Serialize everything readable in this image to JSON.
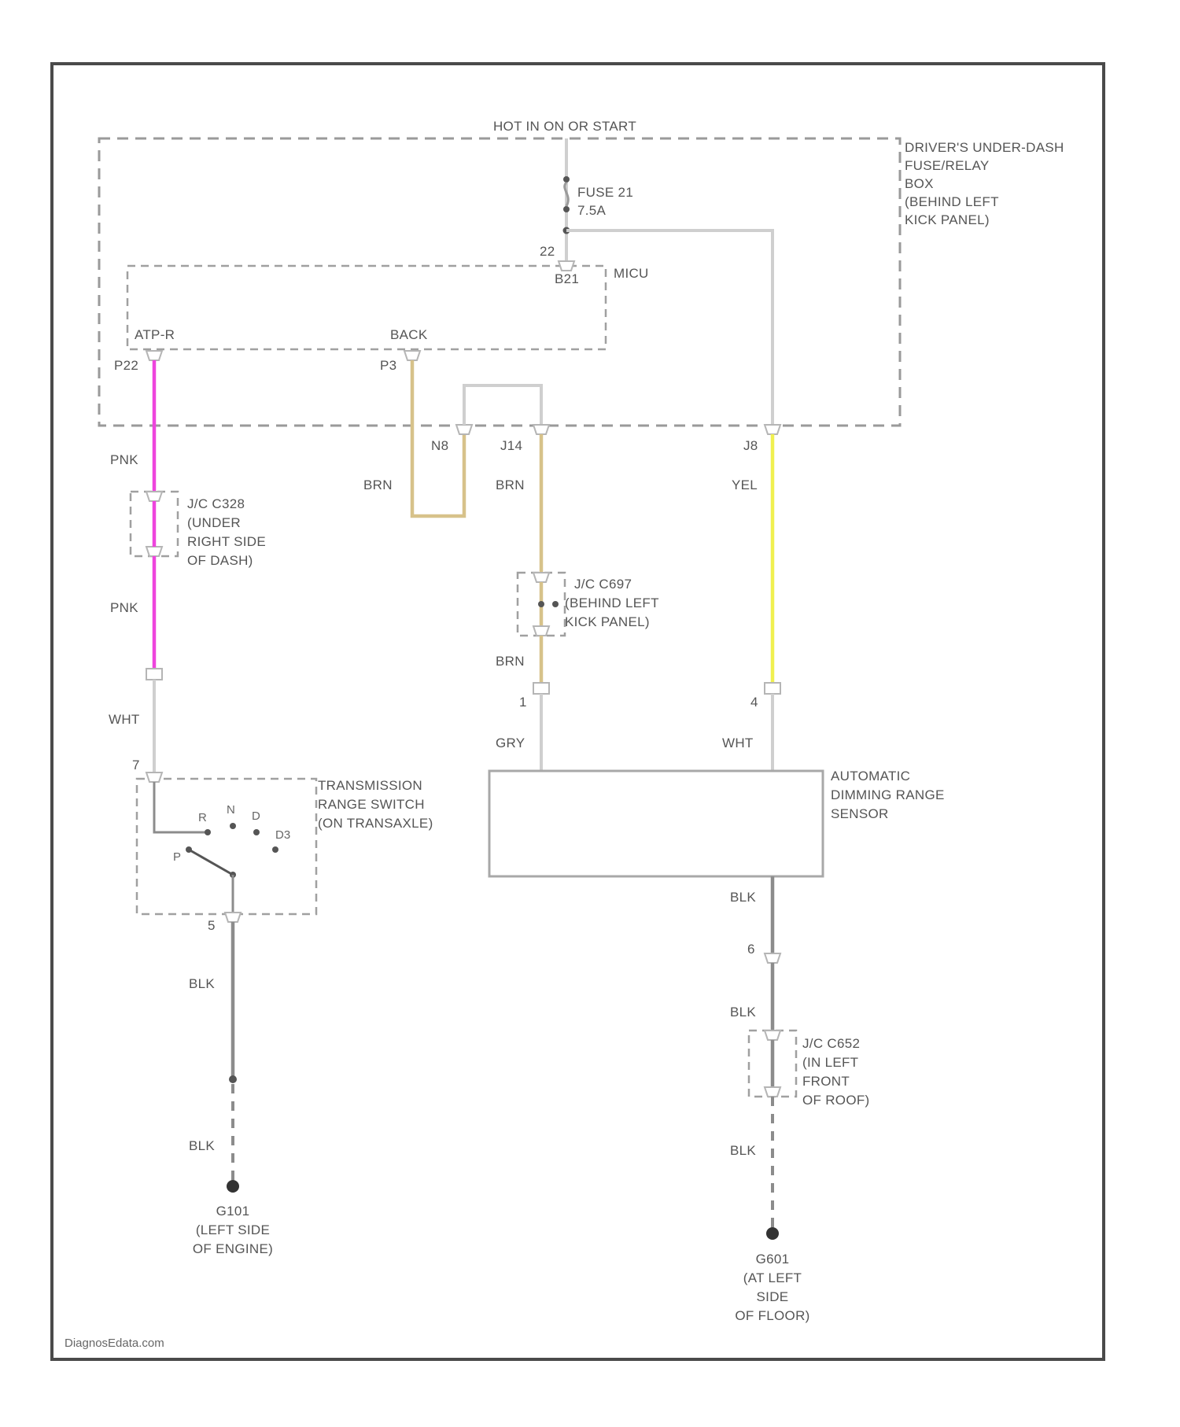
{
  "power": {
    "hot_label": "HOT IN ON OR START"
  },
  "fuse_box": {
    "label_lines": [
      "DRIVER'S UNDER-DASH",
      "FUSE/RELAY",
      "BOX",
      "(BEHIND LEFT",
      "KICK PANEL)"
    ],
    "fuse_label": "FUSE 21",
    "fuse_rating": "7.5A",
    "terminal_top": "22",
    "terminal_b": "B21",
    "left_terminal_label": "P22",
    "mid_terminal_label": "P3",
    "n8_label": "N8",
    "j14_label": "J14",
    "j8_label": "J8"
  },
  "micu": {
    "label": "MICU",
    "drive_label": "ATP-R",
    "back_label": "BACK"
  },
  "wires": {
    "pnk_top": "PNK",
    "pnk_bottom": "PNK",
    "wht_left": "WHT",
    "brn_loop": "BRN",
    "brn_mid": "BRN",
    "brn_bottom": "BRN",
    "yel": "YEL",
    "gry": "GRY",
    "wht_right": "WHT",
    "blk_left_top": "BLK",
    "blk_left_bottom": "BLK",
    "blk_right_top": "BLK",
    "blk_right_mid": "BLK",
    "blk_right_bottom": "BLK"
  },
  "jc_c328": {
    "label_lines": [
      "J/C C328",
      "(UNDER",
      "RIGHT SIDE",
      "OF DASH)"
    ]
  },
  "jc_c697": {
    "label_lines": [
      "J/C C697",
      "(BEHIND LEFT",
      "KICK PANEL)"
    ]
  },
  "jc_c652": {
    "label_lines": [
      "J/C C652",
      "(IN LEFT",
      "FRONT",
      "OF ROOF)"
    ]
  },
  "trans_switch": {
    "label_lines": [
      "TRANSMISSION",
      "RANGE SWITCH",
      "(ON TRANSAXLE)"
    ],
    "pin_top": "7",
    "pin_bottom": "5",
    "positions": [
      "R",
      "N",
      "D",
      "D3",
      "P"
    ]
  },
  "sensor": {
    "label_lines": [
      "AUTOMATIC",
      "DIMMING RANGE",
      "SENSOR"
    ],
    "pin_left": "1",
    "pin_right": "4",
    "pin_bottom": "6"
  },
  "ground_left": {
    "label_lines": [
      "G101",
      "(LEFT SIDE",
      "OF ENGINE)"
    ]
  },
  "ground_right": {
    "label_lines": [
      "G601",
      "(AT LEFT",
      "SIDE",
      "OF FLOOR)"
    ]
  },
  "footer": {
    "watermark": "DiagnosEdata.com"
  }
}
